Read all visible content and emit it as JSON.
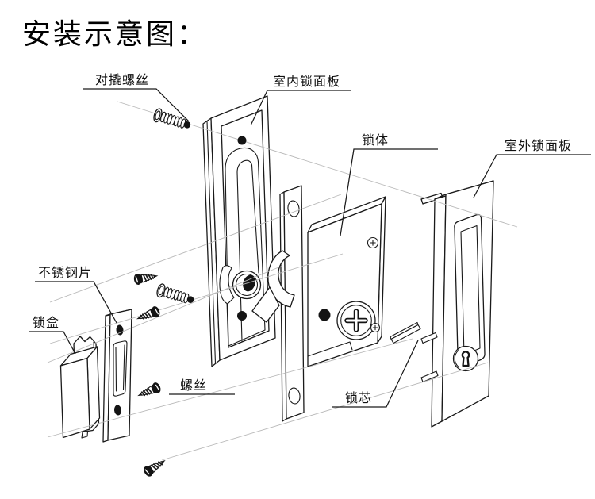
{
  "title": "安装示意图：",
  "labels": {
    "anti_pry_screw": "对撬螺丝",
    "indoor_panel": "室内锁面板",
    "lock_body": "锁体",
    "outdoor_panel": "室外锁面板",
    "steel_sheet": "不锈钢片",
    "lock_box": "锁盒",
    "screw": "螺丝",
    "lock_cylinder": "锁芯"
  },
  "colors": {
    "background": "#ffffff",
    "line": "#1a1a1a",
    "guide_line": "#b9b9b9",
    "fill_dark": "#141414"
  }
}
